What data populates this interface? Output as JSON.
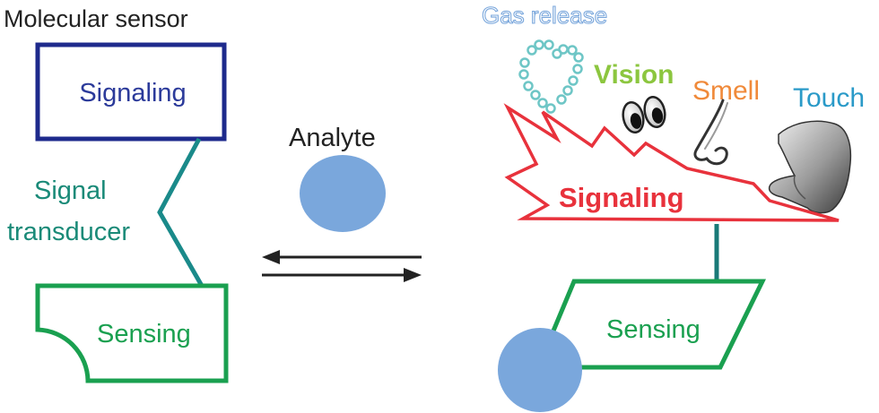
{
  "left": {
    "title": "Molecular sensor",
    "signaling": "Signaling",
    "transducer_line1": "Signal",
    "transducer_line2": "transducer",
    "sensing": "Sensing"
  },
  "middle": {
    "analyte": "Analyte"
  },
  "right": {
    "gas_release": "Gas release",
    "vision": "Vision",
    "smell": "Smell",
    "touch": "Touch",
    "signaling": "Signaling",
    "sensing": "Sensing"
  },
  "colors": {
    "title": "#222222",
    "signaling_box": "#1e2a8c",
    "transducer": "#1a8a8a",
    "sensing": "#1aa050",
    "analyte": "#7aa7dc",
    "arrows": "#222222",
    "gas": "#6ec6c6",
    "vision": "#8cc63f",
    "smell": "#f08a3a",
    "touch": "#2a9ac8",
    "signaling_red": "#e8323c"
  }
}
